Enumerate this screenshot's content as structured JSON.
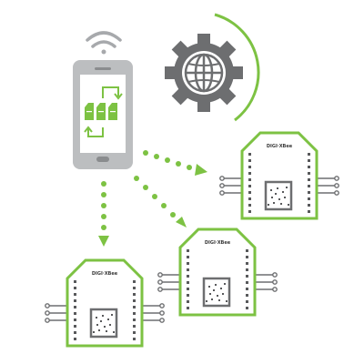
{
  "colors": {
    "accent": "#7dc243",
    "gear": "#6d6e70",
    "phone_body": "#bcbec0",
    "phone_screen": "#ffffff",
    "pin": "#58595b",
    "wire": "#6d6e70",
    "wifi": "#a7a9ac"
  },
  "icons": {
    "wifi": "wifi-icon",
    "gear": "gear-globe-icon",
    "phone": "smartphone-icon",
    "sync": "sync-arrows-icon",
    "module": "xbee-module-icon"
  },
  "modules": [
    {
      "label": "DIGI·XBee"
    },
    {
      "label": "DIGI·XBee"
    },
    {
      "label": "DIGI·XBee"
    }
  ]
}
